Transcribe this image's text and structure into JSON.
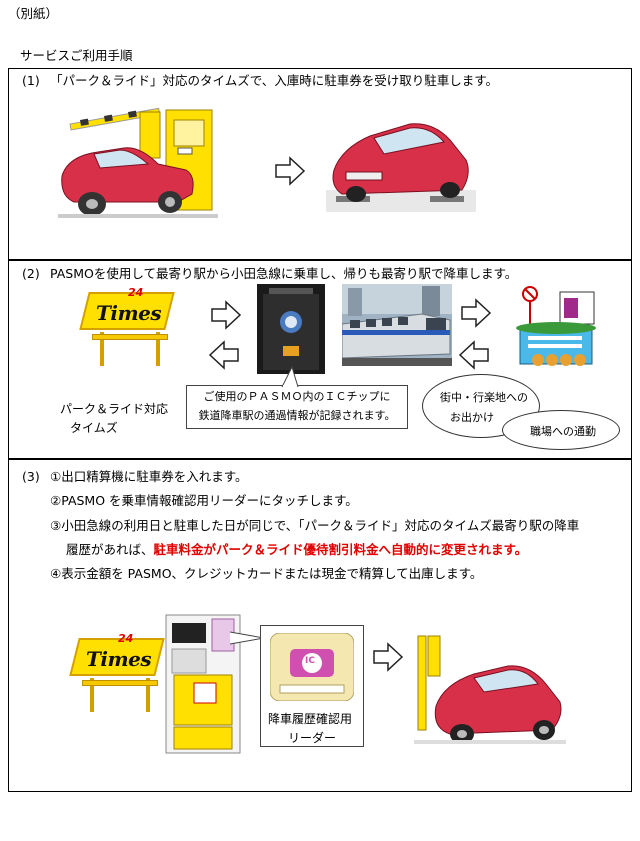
{
  "header": {
    "label": "（別紙）",
    "subtitle": "サービスご利用手順"
  },
  "step1": {
    "number": "(1)",
    "text": "「パーク＆ライド」対応のタイムズで、入庫時に駐車券を受け取り駐車します。"
  },
  "step2": {
    "number": "(2)",
    "text": "PASMOを使用して最寄り駅から小田急線に乗車し、帰りも最寄り駅で降車します。",
    "times_logo": "Times",
    "times_24": "24",
    "times_label_line1": "パーク＆ライド対応",
    "times_label_line2": "タイムズ",
    "callout_line1": "ご使用のＰＡＳＭＯ内のＩＣチップに",
    "callout_line2": "鉄道降車駅の通過情報が記録されます。",
    "cloud1_line1": "街中・行楽地への",
    "cloud1_line2": "お出かけ",
    "cloud2": "職場への通勤"
  },
  "step3": {
    "number": "(3)",
    "item1": "①出口精算機に駐車券を入れます。",
    "item2": "②PASMO を乗車情報確認用リーダーにタッチします。",
    "item3_line1": "③小田急線の利用日と駐車した日が同じで、「パーク＆ライド」対応のタイムズ最寄り駅の降車",
    "item3_line2_plain": "履歴があれば、",
    "item3_line2_red": "駐車料金がパーク＆ライド優待割引料金へ自動的に変更されます。",
    "item4": "④表示金額を PASMO、クレジットカードまたは現金で精算して出庫します。",
    "times_logo": "Times",
    "times_24": "24",
    "reader_ic": "IC",
    "reader_caption_line1": "降車履歴確認用",
    "reader_caption_line2": "リーダー"
  },
  "colors": {
    "emphasis_red": "#e00000",
    "times_yellow": "#ffe000",
    "car_red": "#d9304a"
  }
}
